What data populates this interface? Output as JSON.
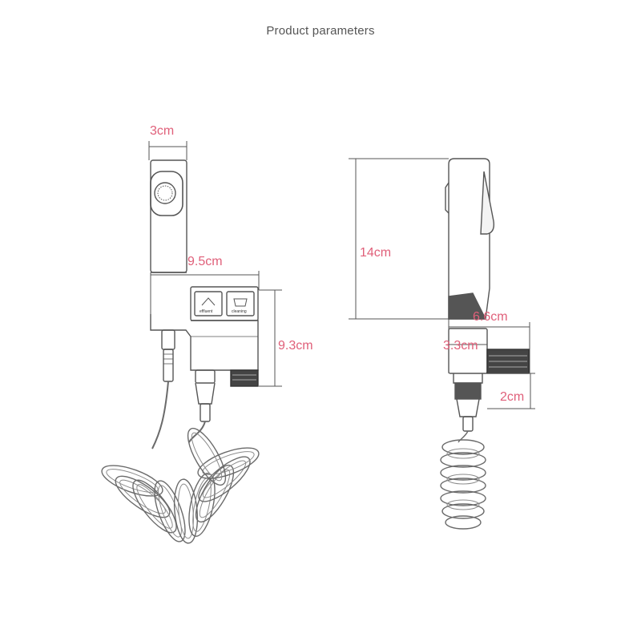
{
  "title": "Product parameters",
  "colors": {
    "dimension_label": "#e0607a",
    "line": "#555555",
    "title": "#555555"
  },
  "front_view": {
    "width_head": "3cm",
    "width_total": "9.5cm",
    "height_valve": "9.3cm",
    "button_left_label": "effluent",
    "button_right_label": "cleaning"
  },
  "side_view": {
    "height_head": "14cm",
    "depth_total": "6.6cm",
    "depth_body": "3.3cm",
    "thread_height": "2cm"
  }
}
